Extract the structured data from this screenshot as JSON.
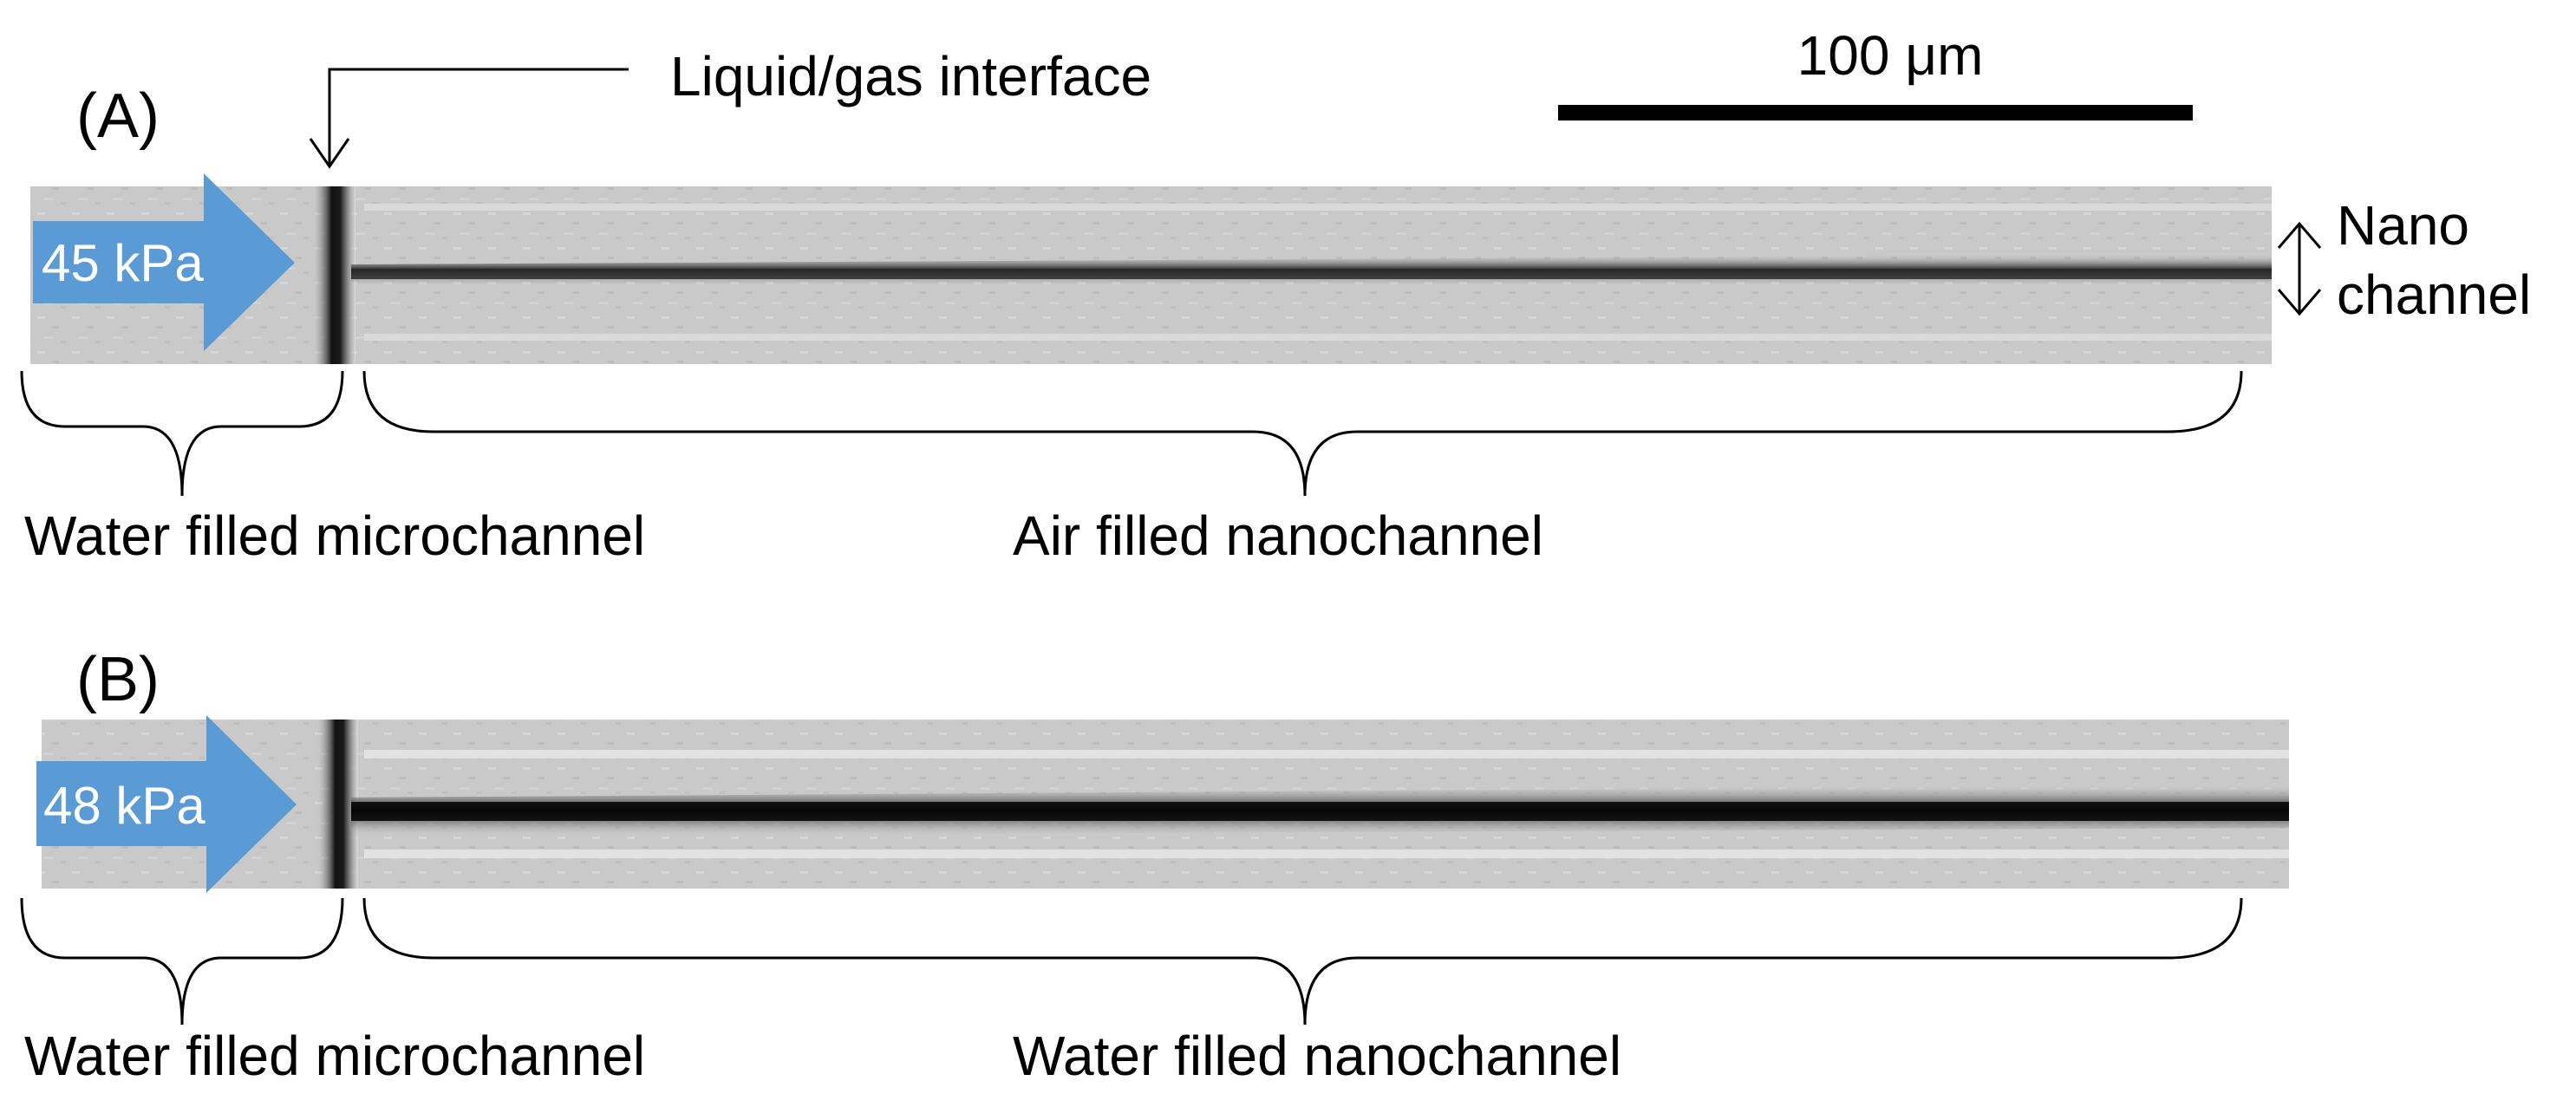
{
  "figure": {
    "scale_bar_label": "100 μm",
    "nano_channel_label_line1": "Nano",
    "nano_channel_label_line2": "channel",
    "colors": {
      "arrow_fill": "#5b9bd5",
      "image_background": "#c9c9c9",
      "channel_line": "#141414",
      "ink": "#000000"
    }
  },
  "panels": [
    {
      "label": "(A)",
      "pressure": "45 kPa",
      "interface_label": "Liquid/gas interface",
      "left_region": "Water filled microchannel",
      "right_region": "Air filled nanochannel",
      "nanochannel_state": "air"
    },
    {
      "label": "(B)",
      "pressure": "48 kPa",
      "left_region": "Water filled microchannel",
      "right_region": "Water filled nanochannel",
      "nanochannel_state": "water"
    }
  ]
}
